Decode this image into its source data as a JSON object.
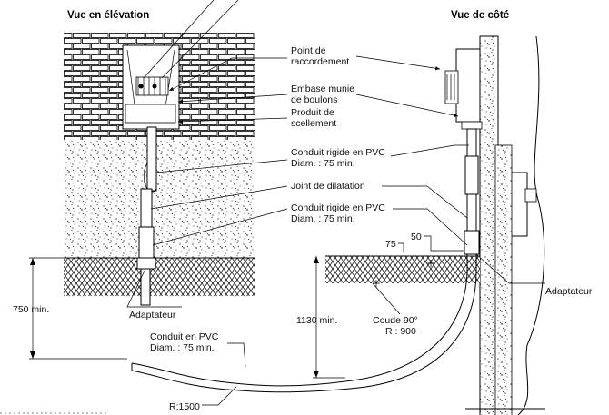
{
  "titles": {
    "left": "Vue en élévation",
    "right": "Vue de côté"
  },
  "labels": {
    "point_line1": "Point de",
    "point_line2": "raccordement",
    "embase_line1": "Embase munie",
    "embase_line2": "de boulons",
    "produit_line1": "Produit de",
    "produit_line2": "scellement",
    "conduit1_line1": "Conduit rigide en PVC",
    "conduit1_line2": "Diam. : 75 min.",
    "joint": "Joint de dilatation",
    "conduit2_line1": "Conduit rigide en PVC",
    "conduit2_line2": "Diam. : 75 min.",
    "adaptateur_left": "Adaptateur",
    "adaptateur_right": "Adaptateur",
    "coude_line1": "Coude 90°",
    "coude_line2": "R : 900",
    "conduit3_line1": "Conduit en PVC",
    "conduit3_line2": "Diam. : 75 min.",
    "radius": "R:1500"
  },
  "dimensions": {
    "depth_left": "750 min.",
    "depth_right": "1130 min.",
    "offset_75": "75",
    "offset_50": "50"
  }
}
